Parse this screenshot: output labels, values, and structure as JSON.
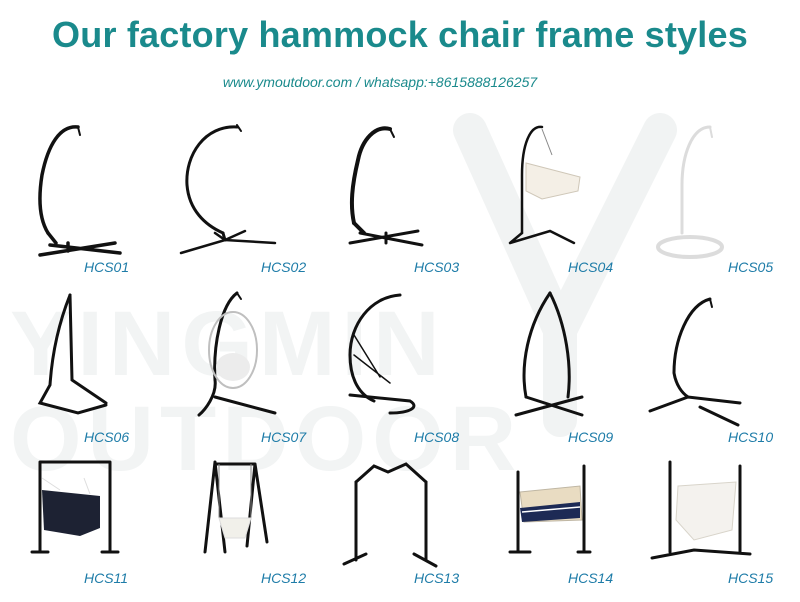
{
  "header": {
    "title": "Our factory hammock chair frame styles",
    "contact": "www.ymoutdoor.com  / whatsapp:+8615888126257"
  },
  "watermark": {
    "text_line1": "YINGMIN",
    "text_line2": "OUTDOOR"
  },
  "frames": [
    {
      "code": "HCS01",
      "icon": "c-stand-icon"
    },
    {
      "code": "HCS02",
      "icon": "c-stand-thin-icon"
    },
    {
      "code": "HCS03",
      "icon": "c-stand-hook-icon"
    },
    {
      "code": "HCS04",
      "icon": "stand-with-hammock-icon"
    },
    {
      "code": "HCS05",
      "icon": "white-stand-round-base-icon"
    },
    {
      "code": "HCS06",
      "icon": "u-stand-icon"
    },
    {
      "code": "HCS07",
      "icon": "egg-chair-stand-icon"
    },
    {
      "code": "HCS08",
      "icon": "c-stand-curved-base-icon"
    },
    {
      "code": "HCS09",
      "icon": "a-frame-stand-icon"
    },
    {
      "code": "HCS10",
      "icon": "c-stand-open-icon"
    },
    {
      "code": "HCS11",
      "icon": "square-stand-hammock-icon"
    },
    {
      "code": "HCS12",
      "icon": "a-frame-swing-icon"
    },
    {
      "code": "HCS13",
      "icon": "arch-stand-icon"
    },
    {
      "code": "HCS14",
      "icon": "stand-striped-chair-icon"
    },
    {
      "code": "HCS15",
      "icon": "stand-macrame-chair-icon"
    }
  ]
}
